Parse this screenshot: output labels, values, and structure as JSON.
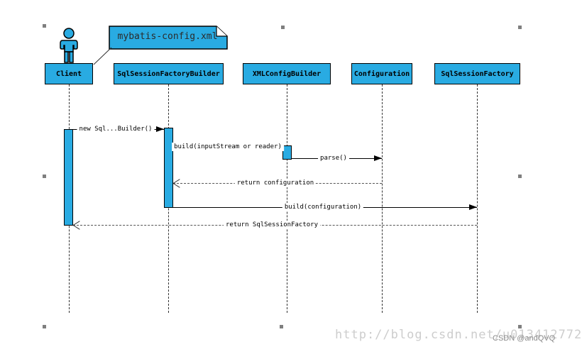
{
  "diagram": {
    "type": "uml-sequence",
    "note": {
      "text": "mybatis-config.xml"
    },
    "lifelines": [
      {
        "label": "Client",
        "kind": "actor"
      },
      {
        "label": "SqlSessionFactoryBuilder",
        "kind": "object"
      },
      {
        "label": "XMLConfigBuilder",
        "kind": "object"
      },
      {
        "label": "Configuration",
        "kind": "object"
      },
      {
        "label": "SqlSessionFactory",
        "kind": "object"
      }
    ],
    "messages": [
      {
        "label": "new Sql...Builder()",
        "from": "Client",
        "to": "SqlSessionFactoryBuilder",
        "type": "call"
      },
      {
        "label": "build(inputStream or reader)",
        "from": "SqlSessionFactoryBuilder",
        "to": "XMLConfigBuilder",
        "type": "call"
      },
      {
        "label": "parse()",
        "from": "XMLConfigBuilder",
        "to": "Configuration",
        "type": "call"
      },
      {
        "label": "return configuration",
        "from": "Configuration",
        "to": "SqlSessionFactoryBuilder",
        "type": "return"
      },
      {
        "label": "build(configuration)",
        "from": "SqlSessionFactoryBuilder",
        "to": "SqlSessionFactory",
        "type": "call"
      },
      {
        "label": "return SqlSessionFactory",
        "from": "SqlSessionFactory",
        "to": "Client",
        "type": "return"
      }
    ],
    "colors": {
      "shape_fill": "#29ABE2",
      "shape_border": "#000000",
      "lifeline_dash": "#333333",
      "watermark_url": "#cdcdcd",
      "watermark_badge": "#8a8a8a"
    }
  },
  "watermarks": {
    "url": "http://blog.csdn.net/u013412772",
    "badge": "CSDN @andQVQ"
  }
}
